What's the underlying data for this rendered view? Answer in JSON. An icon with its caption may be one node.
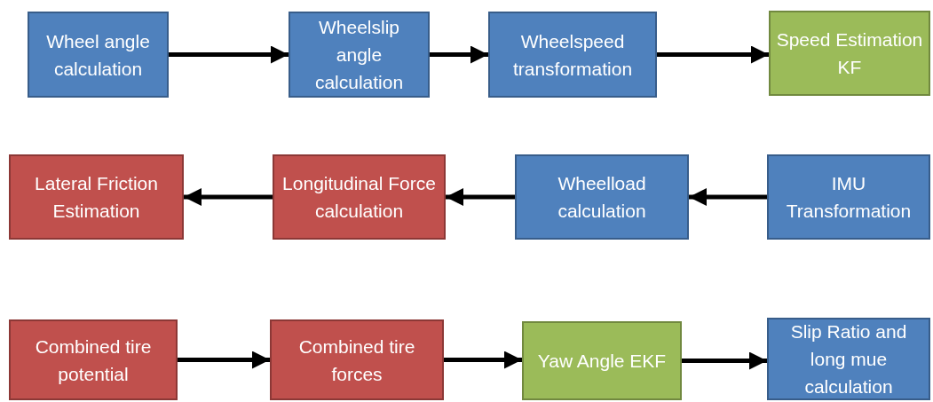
{
  "diagram": {
    "nodes": [
      {
        "text": [
          "Wheel angle calculation"
        ]
      },
      {
        "text": [
          "Wheelslip angle calculation"
        ]
      },
      {
        "text": [
          "Wheelspeed transformation"
        ]
      },
      {
        "text": [
          "Speed Estimation KF"
        ]
      },
      {
        "text": [
          "Lateral Friction Estimation"
        ]
      },
      {
        "text": [
          "Longitudinal Force calculation"
        ]
      },
      {
        "text": [
          "Wheelload calculation"
        ]
      },
      {
        "text": [
          "IMU Transformation"
        ]
      },
      {
        "text": [
          "Combined tire potential"
        ]
      },
      {
        "text": [
          "Combined tire forces"
        ]
      },
      {
        "text": [
          "Yaw Angle EKF"
        ]
      },
      {
        "text": [
          "Slip Ratio and long mue calculation"
        ]
      }
    ],
    "edges": [
      {
        "from": 0,
        "to": 1,
        "arrow": "to"
      },
      {
        "from": 1,
        "to": 2,
        "arrow": "to"
      },
      {
        "from": 2,
        "to": 3,
        "arrow": "to"
      },
      {
        "from": 7,
        "to": 6,
        "arrow": "to"
      },
      {
        "from": 6,
        "to": 5,
        "arrow": "to"
      },
      {
        "from": 5,
        "to": 4,
        "arrow": "to"
      },
      {
        "from": 8,
        "to": 9,
        "arrow": "to"
      },
      {
        "from": 9,
        "to": 10,
        "arrow": "to"
      },
      {
        "from": 10,
        "to": 11,
        "arrow": "to"
      }
    ]
  }
}
